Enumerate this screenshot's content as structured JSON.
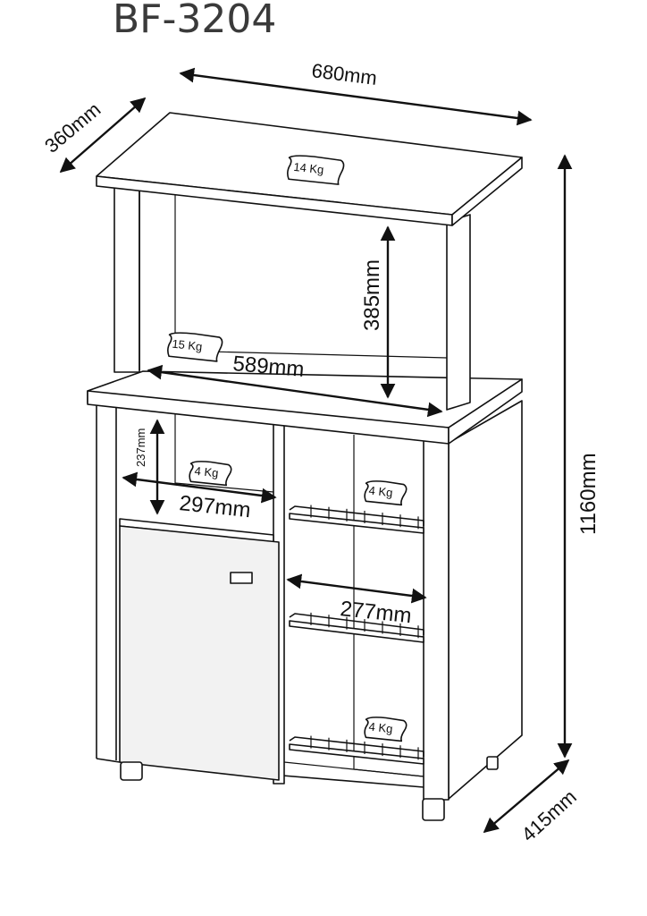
{
  "model": "BF-3204",
  "dimensions": {
    "width": "680mm",
    "depth": "360mm",
    "height": "1160mm",
    "base_depth": "415mm",
    "niche_height": "385mm",
    "niche_width": "589mm",
    "cubby_height": "237mm",
    "cubby_width": "297mm",
    "basket_width": "277mm"
  },
  "loads": {
    "top_shelf": "14 Kg",
    "counter": "15 Kg",
    "cubby_shelf": "4 Kg",
    "basket_top": "4 Kg",
    "basket_bottom": "4 Kg"
  }
}
